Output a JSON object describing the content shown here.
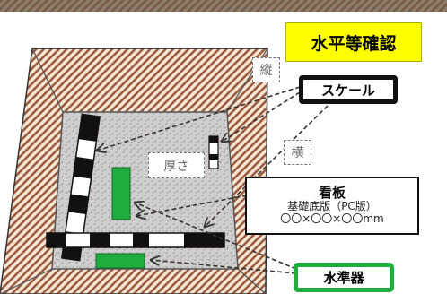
{
  "title": "水平等確認",
  "labels": {
    "scale": "スケール",
    "vertical": "縦",
    "horizontal": "横",
    "thickness": "厚さ",
    "level": "水準器"
  },
  "signboard": {
    "title": "看板",
    "line1": "基礎底版（PC版）",
    "line2": "〇〇×〇〇×〇〇mm"
  },
  "colors": {
    "title_bg": "#ffff00",
    "level_border": "#1fae3d",
    "level_tool": "#1fae3d"
  }
}
